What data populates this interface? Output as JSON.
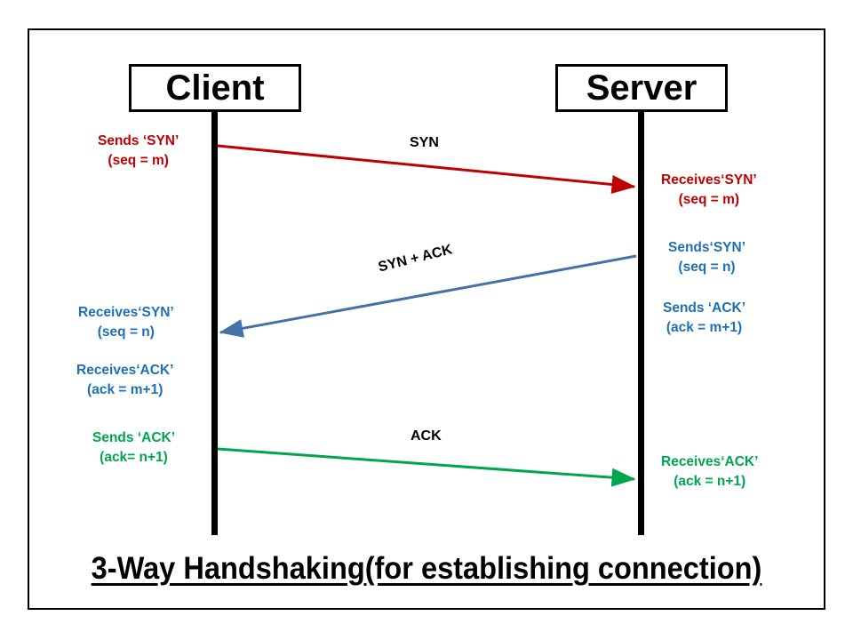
{
  "diagram": {
    "title": "3-Way Handshaking(for establishing connection)",
    "participants": {
      "client": "Client",
      "server": "Server"
    },
    "messages": [
      {
        "id": "syn",
        "label": "SYN",
        "color": "#C00000",
        "direction": "client-to-server"
      },
      {
        "id": "syn-ack",
        "label": "SYN + ACK",
        "color": "#4472A8",
        "direction": "server-to-client"
      },
      {
        "id": "ack",
        "label": "ACK",
        "color": "#00A550",
        "direction": "client-to-server"
      }
    ],
    "annotations": {
      "client_sends_syn": {
        "line1": "Sends ‘SYN’",
        "line2": "(seq = m)"
      },
      "server_receives_syn": {
        "line1": "Receives‘SYN’",
        "line2": "(seq = m)"
      },
      "server_sends_syn": {
        "line1": "Sends‘SYN’",
        "line2": "(seq = n)"
      },
      "server_sends_ack": {
        "line1": "Sends ‘ACK’",
        "line2": "(ack = m+1)"
      },
      "client_receives_syn": {
        "line1": "Receives‘SYN’",
        "line2": "(seq = n)"
      },
      "client_receives_ack": {
        "line1": "Receives‘ACK’",
        "line2": "(ack = m+1)"
      },
      "client_sends_ack": {
        "line1": "Sends ‘ACK’",
        "line2": "(ack= n+1)"
      },
      "server_receives_ack": {
        "line1": "Receives‘ACK’",
        "line2": "(ack = n+1)"
      }
    },
    "colors": {
      "red": "#C00000",
      "blue": "#4472A8",
      "blue_text": "#1F6FB5",
      "green": "#00A550",
      "black": "#000000",
      "background": "#FFFFFF"
    }
  }
}
